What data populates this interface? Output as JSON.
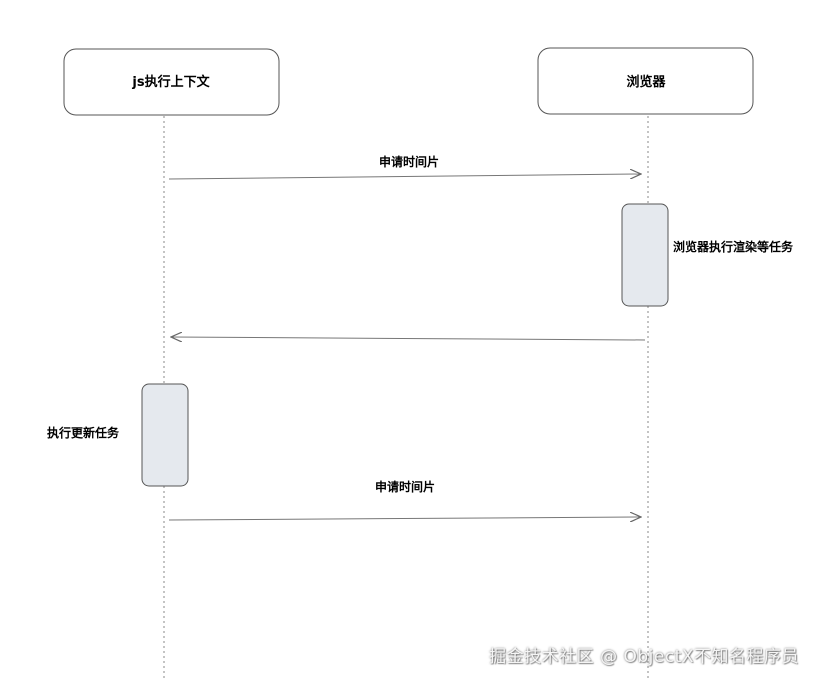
{
  "actors": {
    "js_context": "js执行上下文",
    "browser": "浏览器"
  },
  "messages": [
    {
      "label": "申请时间片",
      "from": "js_context",
      "to": "browser"
    },
    {
      "label": "",
      "from": "browser",
      "to": "js_context"
    },
    {
      "label": "申请时间片",
      "from": "js_context",
      "to": "browser"
    }
  ],
  "activations": [
    {
      "actor": "browser",
      "note": "浏览器执行渲染等任务"
    },
    {
      "actor": "js_context",
      "note": "执行更新任务"
    }
  ],
  "watermark": "掘金技术社区 @ ObjectX不知名程序员",
  "colors": {
    "line": "#7f7f7f",
    "activation_fill": "#e5e9ee",
    "box_stroke": "#555555"
  }
}
